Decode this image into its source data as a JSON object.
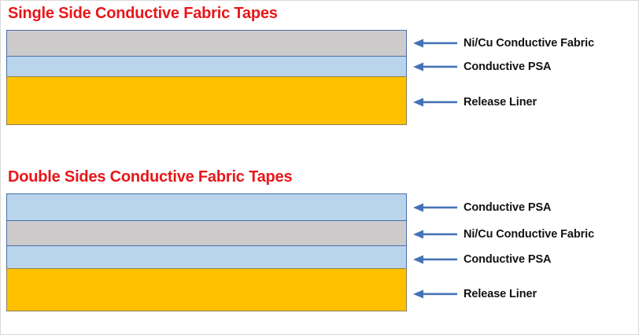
{
  "colors": {
    "title_red": "#E8161A",
    "fabric_gray": "#CCCACB",
    "psa_blue": "#BAD4EC",
    "liner_yellow": "#FFC000",
    "arrow_blue": "#4472B8",
    "layer_border": "#4a6fa8",
    "label_black": "#121212",
    "background": "#FFFFFF"
  },
  "diagrams": [
    {
      "id": "single-side",
      "title": "Single Side Conductive Fabric Tapes",
      "layers": [
        {
          "name": "Ni/Cu Conductive Fabric",
          "material": "fabric",
          "height": 34
        },
        {
          "name": "Conductive PSA",
          "material": "psa",
          "height": 27
        },
        {
          "name": "Release Liner",
          "material": "liner",
          "height": 62
        }
      ],
      "callouts": [
        {
          "label": "Ni/Cu Conductive Fabric",
          "icon": "left-arrow-icon"
        },
        {
          "label": "Conductive PSA",
          "icon": "left-arrow-icon"
        },
        {
          "label": "Release Liner",
          "icon": "left-arrow-icon"
        }
      ]
    },
    {
      "id": "double-sides",
      "title": "Double Sides Conductive Fabric Tapes",
      "layers": [
        {
          "name": "Conductive PSA",
          "material": "psa",
          "height": 35
        },
        {
          "name": "Ni/Cu Conductive Fabric",
          "material": "fabric",
          "height": 33
        },
        {
          "name": "Conductive PSA",
          "material": "psa",
          "height": 30
        },
        {
          "name": "Release Liner",
          "material": "liner",
          "height": 55
        }
      ],
      "callouts": [
        {
          "label": "Conductive PSA",
          "icon": "left-arrow-icon"
        },
        {
          "label": "Ni/Cu Conductive Fabric",
          "icon": "left-arrow-icon"
        },
        {
          "label": "Conductive PSA",
          "icon": "left-arrow-icon"
        },
        {
          "label": "Release Liner",
          "icon": "left-arrow-icon"
        }
      ]
    }
  ]
}
